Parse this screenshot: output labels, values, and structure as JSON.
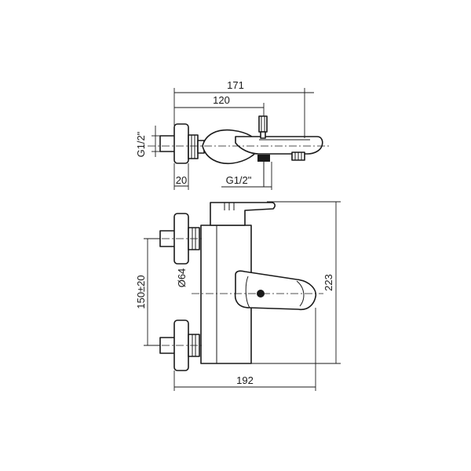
{
  "dimensions": {
    "top_total_width": "171",
    "top_body_width": "120",
    "top_inlet_thread": "G1/2\"",
    "top_outlet_thread": "G1/2\"",
    "top_wall_offset": "20",
    "front_diameter": "Ø64",
    "front_height": "223",
    "front_centers": "150±20",
    "front_total_width": "192"
  },
  "colors": {
    "line": "#1a1a1a",
    "background": "#ffffff"
  }
}
